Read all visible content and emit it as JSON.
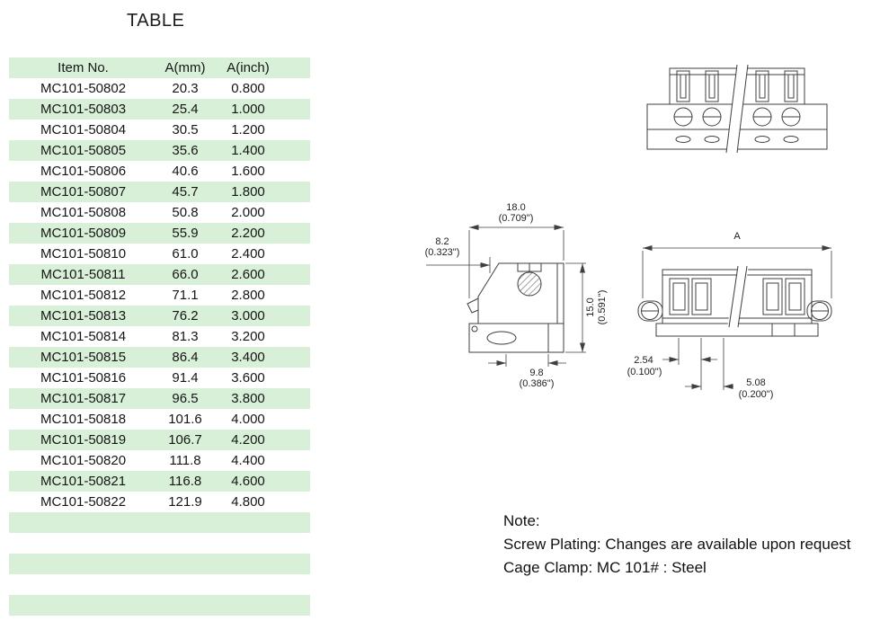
{
  "page": {
    "title": "TABLE"
  },
  "table": {
    "headers": [
      "Item No.",
      "A(mm)",
      "A(inch)"
    ],
    "rows": [
      [
        "MC101-50802",
        "20.3",
        "0.800"
      ],
      [
        "MC101-50803",
        "25.4",
        "1.000"
      ],
      [
        "MC101-50804",
        "30.5",
        "1.200"
      ],
      [
        "MC101-50805",
        "35.6",
        "1.400"
      ],
      [
        "MC101-50806",
        "40.6",
        "1.600"
      ],
      [
        "MC101-50807",
        "45.7",
        "1.800"
      ],
      [
        "MC101-50808",
        "50.8",
        "2.000"
      ],
      [
        "MC101-50809",
        "55.9",
        "2.200"
      ],
      [
        "MC101-50810",
        "61.0",
        "2.400"
      ],
      [
        "MC101-50811",
        "66.0",
        "2.600"
      ],
      [
        "MC101-50812",
        "71.1",
        "2.800"
      ],
      [
        "MC101-50813",
        "76.2",
        "3.000"
      ],
      [
        "MC101-50814",
        "81.3",
        "3.200"
      ],
      [
        "MC101-50815",
        "86.4",
        "3.400"
      ],
      [
        "MC101-50816",
        "91.4",
        "3.600"
      ],
      [
        "MC101-50817",
        "96.5",
        "3.800"
      ],
      [
        "MC101-50818",
        "101.6",
        "4.000"
      ],
      [
        "MC101-50819",
        "106.7",
        "4.200"
      ],
      [
        "MC101-50820",
        "111.8",
        "4.400"
      ],
      [
        "MC101-50821",
        "116.8",
        "4.600"
      ],
      [
        "MC101-50822",
        "121.9",
        "4.800"
      ]
    ],
    "empty_rows": 5,
    "stripe_color": "#d8f0d8"
  },
  "drawings": {
    "side_view": {
      "dim_depth_mm": "18.0",
      "dim_depth_inch": "(0.709\")",
      "dim_offset_mm": "8.2",
      "dim_offset_inch": "(0.323\")",
      "dim_height_mm": "15.0",
      "dim_height_inch": "(0.591\")",
      "dim_port_mm": "9.8",
      "dim_port_inch": "(0.386\")"
    },
    "front_view": {
      "dim_length": "A",
      "dim_half_pitch_mm": "2.54",
      "dim_half_pitch_inch": "(0.100\")",
      "dim_pitch_mm": "5.08",
      "dim_pitch_inch": "(0.200\")"
    }
  },
  "note": {
    "label": "Note:",
    "line1": "Screw Plating: Changes are available upon request",
    "line2": "Cage Clamp: MC 101# : Steel"
  }
}
